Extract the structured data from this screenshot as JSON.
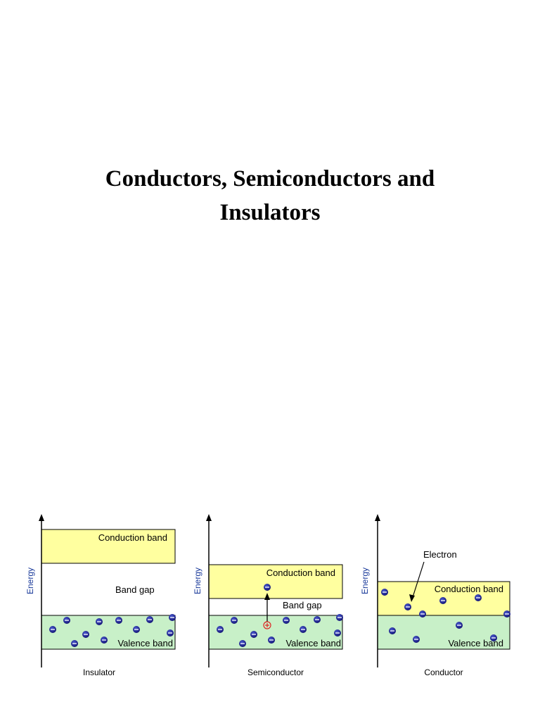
{
  "title": {
    "line1": "Conductors, Semiconductors and",
    "line2": "Insulators"
  },
  "colors": {
    "conduction_band": "#ffff9f",
    "valence_band": "#c8f0c8",
    "electron": "#1a1a9a",
    "hole": "#e02020",
    "axis_label": "#1a3a9a"
  },
  "panels": [
    {
      "axis_label": "Energy",
      "caption": "Insulator",
      "conduction_label": "Conduction band",
      "gap_label": "Band gap",
      "valence_label": "Valence band"
    },
    {
      "axis_label": "Energy",
      "caption": "Semiconductor",
      "conduction_label": "Conduction band",
      "gap_label": "Band gap",
      "valence_label": "Valence band"
    },
    {
      "axis_label": "Energy",
      "caption": "Conductor",
      "conduction_label": "Conduction band",
      "electron_label": "Electron",
      "valence_label": "Valence band"
    }
  ]
}
